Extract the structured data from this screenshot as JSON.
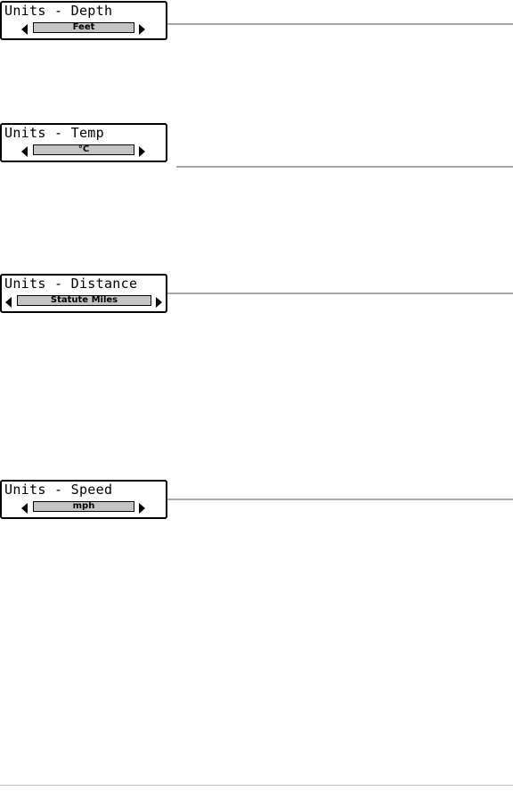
{
  "menus": [
    {
      "title": "Units - Depth",
      "value": "Feet"
    },
    {
      "title": "Units - Temp",
      "value": "°C"
    },
    {
      "title": "Units - Distance",
      "value": "Statute Miles"
    },
    {
      "title": "Units - Speed",
      "value": "mph"
    }
  ],
  "icons": {
    "left": "left-arrow-icon",
    "right": "right-arrow-icon"
  },
  "colors": {
    "rule": "#a8a8a8",
    "value_field": "#c4c4c4",
    "border": "#000000"
  }
}
